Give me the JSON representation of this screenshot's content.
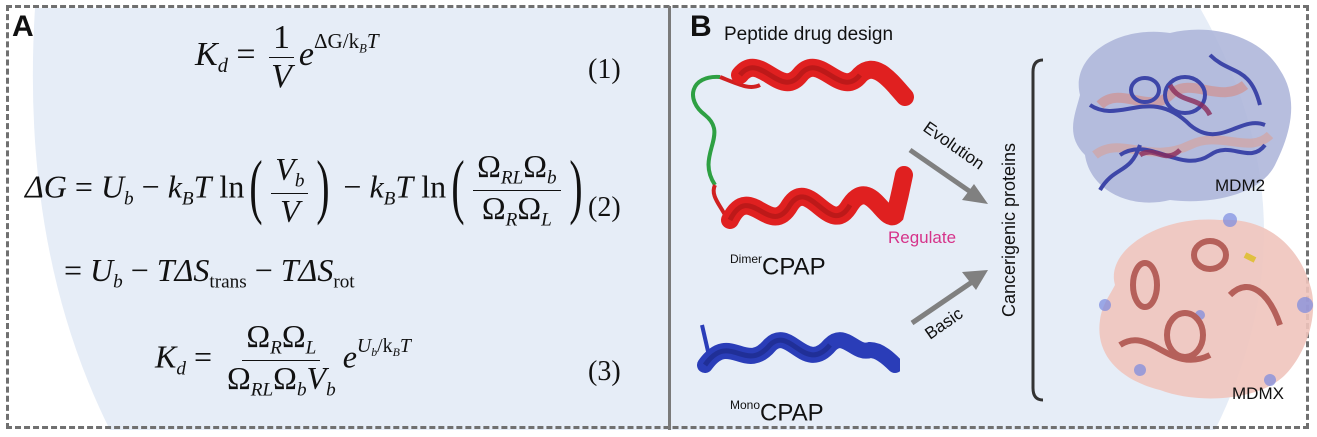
{
  "panel_a": {
    "label": "A",
    "eq1": {
      "lhs": "K",
      "lhs_sub": "d",
      "equals": "=",
      "num": "1",
      "den": "V",
      "exp_base": "e",
      "exponent": "ΔG/k",
      "exponent_sub": "B",
      "exponent_tail": "T",
      "number": "(1)"
    },
    "eq2": {
      "lhs": "ΔG",
      "equals": "=",
      "u": "U",
      "u_sub": "b",
      "minus": "−",
      "k": "k",
      "k_sub": "B",
      "t": "T",
      "ln": "ln",
      "frac1_num": "V",
      "frac1_num_sub": "b",
      "frac1_den": "V",
      "frac2_num_a": "Ω",
      "frac2_num_a_sub": "RL",
      "frac2_num_b": "Ω",
      "frac2_num_b_sub": "b",
      "frac2_den_a": "Ω",
      "frac2_den_a_sub": "R",
      "frac2_den_b": "Ω",
      "frac2_den_b_sub": "L",
      "line2_s": "ΔS",
      "line2_trans": "trans",
      "line2_rot": "rot",
      "number": "(2)"
    },
    "eq3": {
      "lhs": "K",
      "lhs_sub": "d",
      "equals": "=",
      "num_a": "Ω",
      "num_a_sub": "R",
      "num_b": "Ω",
      "num_b_sub": "L",
      "den_a": "Ω",
      "den_a_sub": "RL",
      "den_b": "Ω",
      "den_b_sub": "b",
      "den_c": "V",
      "den_c_sub": "b",
      "exp_base": "e",
      "exponent": "U",
      "exponent_sub": "b",
      "exponent_mid": "/k",
      "exponent_sub2": "B",
      "exponent_tail": "T",
      "number": "(3)"
    }
  },
  "panel_b": {
    "label": "B",
    "title": "Peptide drug design",
    "dimer_prefix": "Dimer",
    "dimer_name": "CPAP",
    "mono_prefix": "Mono",
    "mono_name": "CPAP",
    "arrow_top_label": "Evolution",
    "arrow_bottom_label": "Basic",
    "regulate_label": "Regulate",
    "bracket_label": "Cancerigenic proteins",
    "protein_top": "MDM2",
    "protein_bottom": "MDMX",
    "colors": {
      "dimer_helix": "#e02020",
      "linker": "#2ea043",
      "mono_helix": "#2a3db8",
      "regulate": "#d6338a",
      "arrow": "#808080",
      "background": "#e6edf7"
    }
  }
}
